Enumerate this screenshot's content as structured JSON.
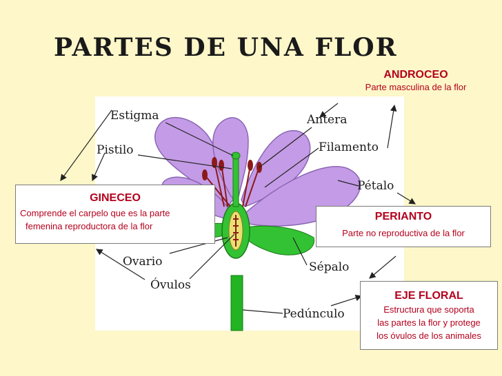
{
  "title": "PARTES DE UNA FLOR",
  "boxes": {
    "androceo": {
      "heading": "ANDROCEO",
      "text": "Parte masculina de la flor"
    },
    "gineceo": {
      "heading": "GINECEO",
      "line1": "Comprende el carpelo que es la parte",
      "line2": "femenina reproductora de la flor"
    },
    "perianto": {
      "heading": "PERIANTO",
      "text": "Parte no reproductiva de la flor"
    },
    "eje": {
      "heading": "EJE FLORAL",
      "line1": "Estructura que soporta",
      "line2": "las partes la flor y protege",
      "line3": "los óvulos de los animales"
    }
  },
  "labels": {
    "estigma": "Estigma",
    "pistilo": "Pistilo",
    "antera": "Antera",
    "filamento": "Filamento",
    "petalo": "Pétalo",
    "ovario": "Ovario",
    "ovulos": "Óvulos",
    "sepalo": "Sépalo",
    "pedunculo": "Pedúnculo"
  },
  "colors": {
    "background": "#fdf7c9",
    "accent": "#b4001c",
    "petal": "#c49be6",
    "stem": "#22b422",
    "stamen": "#8b1a1a"
  }
}
